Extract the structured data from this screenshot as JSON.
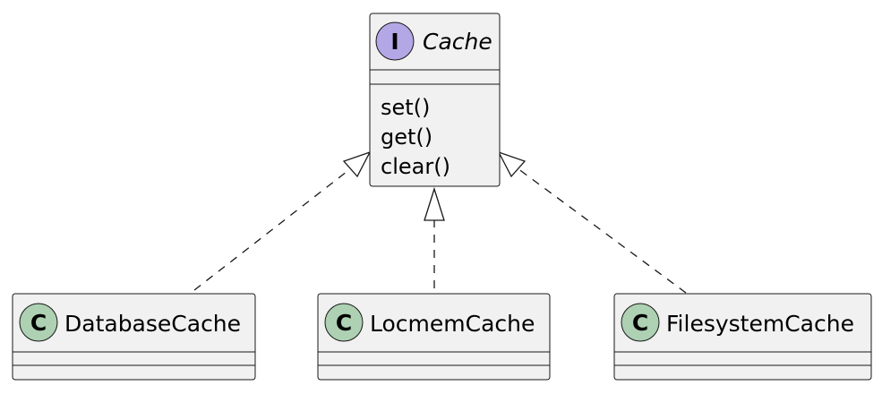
{
  "diagram": {
    "interface": {
      "name": "Cache",
      "stereotype_letter": "I",
      "stereotype_color": "#b4a7e5",
      "methods": [
        "set()",
        "get()",
        "clear()"
      ]
    },
    "classes": [
      {
        "name": "DatabaseCache",
        "stereotype_letter": "C"
      },
      {
        "name": "LocmemCache",
        "stereotype_letter": "C"
      },
      {
        "name": "FilesystemCache",
        "stereotype_letter": "C"
      }
    ],
    "class_stereotype_color": "#add1b2",
    "relations": [
      {
        "from": "DatabaseCache",
        "to": "Cache",
        "type": "realization"
      },
      {
        "from": "LocmemCache",
        "to": "Cache",
        "type": "realization"
      },
      {
        "from": "FilesystemCache",
        "to": "Cache",
        "type": "realization"
      }
    ]
  }
}
